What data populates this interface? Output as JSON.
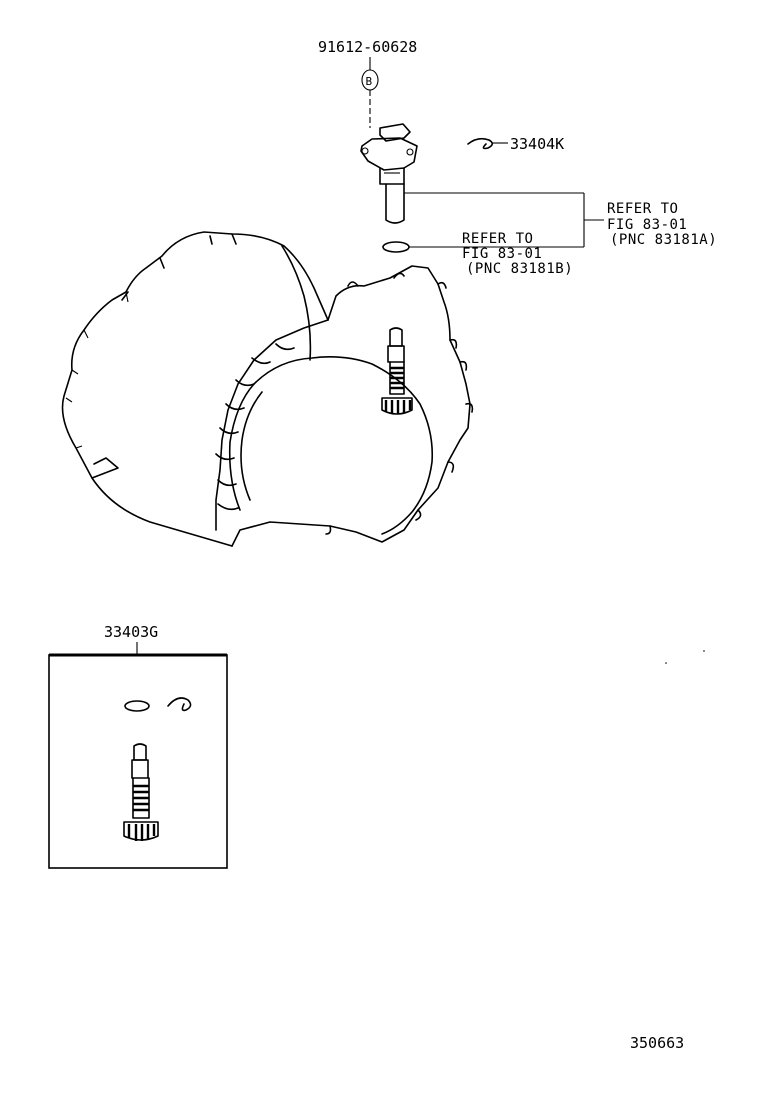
{
  "parts": {
    "bolt": "91612-60628",
    "bolt_marker": "B",
    "clip": "33404K",
    "kit": "33403G"
  },
  "references": {
    "sensor": {
      "line1": "REFER TO",
      "line2": "FIG 83-01",
      "line3": "(PNC 83181A)"
    },
    "oring": {
      "line1": "REFER TO",
      "line2": "FIG 83-01",
      "line3": "(PNC 83181B)"
    }
  },
  "illustration_number": "350663"
}
